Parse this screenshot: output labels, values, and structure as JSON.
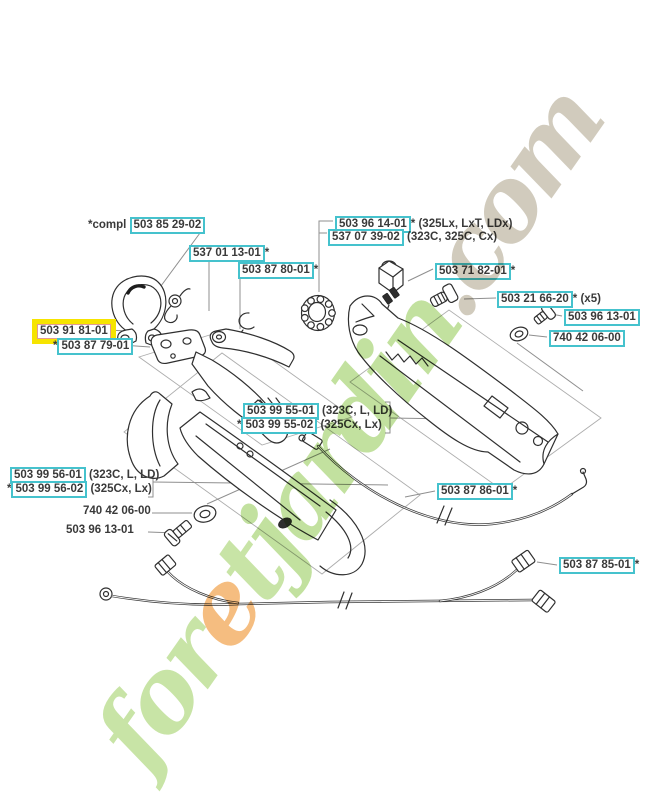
{
  "colors": {
    "accent_cyan": "#45c2cd",
    "highlight_yellow": "#f6e400",
    "label_text": "#3a3a3a",
    "leader": "#8f8f8f",
    "wm_green": "#bfdf97",
    "wm_orange": "#f4b26a",
    "wm_beige": "#c9c2b2"
  },
  "watermark": {
    "text": "foretjardin.com",
    "segments": [
      {
        "text": "for",
        "color": "#bfdf97"
      },
      {
        "text": "e",
        "color": "#f4b26a"
      },
      {
        "text": "t",
        "color": "#bfdf97"
      },
      {
        "text": "jardin",
        "color": "#b8dc8e"
      },
      {
        "text": ".com",
        "color": "#c9c2b2"
      }
    ]
  },
  "labels": [
    {
      "prefix": "*compl ",
      "num": "503 85 29-02",
      "suffix": ""
    },
    {
      "prefix": "",
      "num": "503 96 14-01",
      "suffix": "* (325Lx, LxT, LDx)"
    },
    {
      "prefix": "",
      "num": "537 07 39-02",
      "suffix": " (323C, 325C, Cx)"
    },
    {
      "prefix": "",
      "num": "537 01 13-01",
      "suffix": "*"
    },
    {
      "prefix": "",
      "num": "503 87 80-01",
      "suffix": "*"
    },
    {
      "prefix": "",
      "num": "503 71 82-01",
      "suffix": "*"
    },
    {
      "prefix": "",
      "num": "503 21 66-20",
      "suffix": "* (x5)"
    },
    {
      "prefix": "",
      "num": "503 96 13-01",
      "suffix": ""
    },
    {
      "prefix": "",
      "num": "740 42 06-00",
      "suffix": ""
    },
    {
      "prefix": "",
      "num": "503 91 81-01",
      "suffix": ""
    },
    {
      "prefix": "*",
      "num": "503 87 79-01",
      "suffix": ""
    },
    {
      "prefix": "",
      "num": "503 99 55-01",
      "suffix": " (323C, L, LD)"
    },
    {
      "prefix": "*",
      "num": "503 99 55-02",
      "suffix": " (325Cx, Lx)"
    },
    {
      "prefix": "",
      "num": "503 99 56-01",
      "suffix": " (323C, L, LD)"
    },
    {
      "prefix": "*",
      "num": "503 99 56-02",
      "suffix": " (325Cx, Lx)"
    },
    {
      "prefix": "740 42 06-00",
      "num": "",
      "suffix": ""
    },
    {
      "prefix": "503 96 13-01",
      "num": "",
      "suffix": ""
    },
    {
      "prefix": "",
      "num": "503 87 86-01",
      "suffix": "*"
    },
    {
      "prefix": "",
      "num": "503 87 85-01",
      "suffix": "*"
    }
  ],
  "diagram": {
    "parts": [
      "handle-clamp",
      "torsion-spring",
      "retainer-clip",
      "throttle-trigger",
      "lockout-lever",
      "adjuster-ring",
      "stop-switch",
      "screw",
      "washer",
      "upper-handle-housing",
      "lower-handle-housing",
      "throttle-cable",
      "wire-harness"
    ]
  }
}
